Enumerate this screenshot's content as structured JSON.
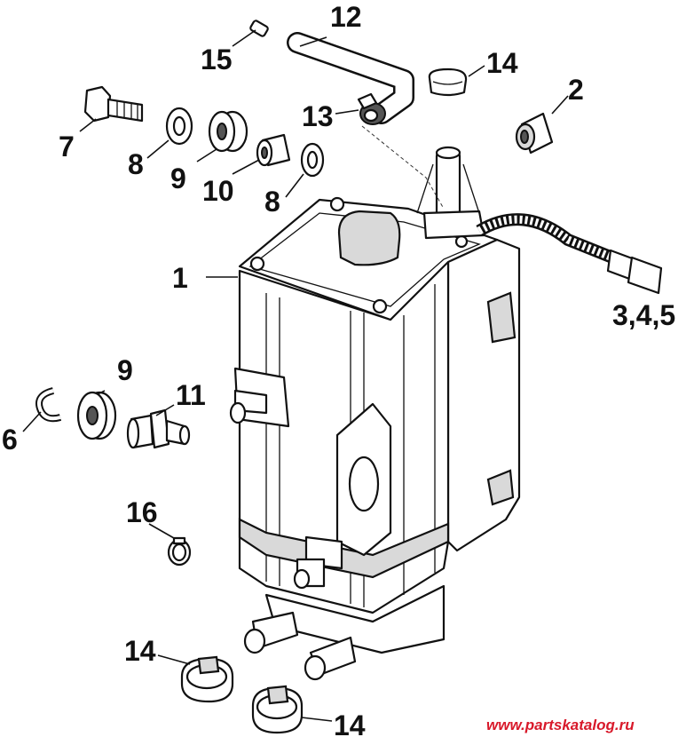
{
  "callouts": [
    "1",
    "2",
    "3,4,5",
    "6",
    "7",
    "8",
    "8",
    "9",
    "9",
    "10",
    "11",
    "12",
    "13",
    "14",
    "14",
    "14",
    "15",
    "16"
  ],
  "watermark": "www.partskatalog.ru"
}
